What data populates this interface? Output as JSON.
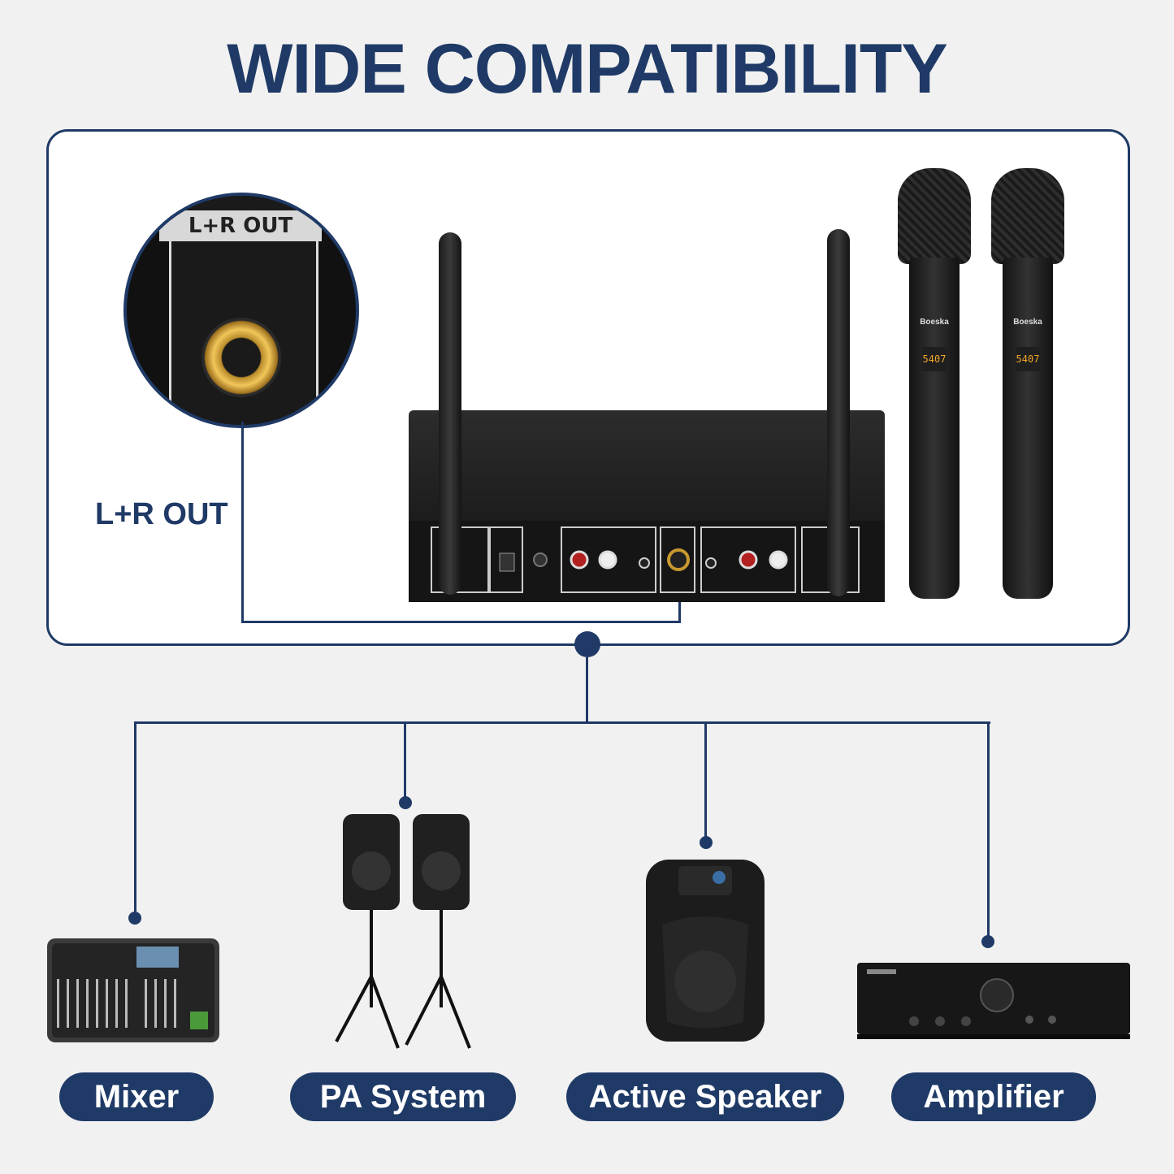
{
  "title": "WIDE COMPATIBILITY",
  "port_label": "L+R OUT",
  "zoom_port_label": "L+R OUT",
  "mic_brand": "Boeska",
  "mic_display": "5407",
  "devices": [
    {
      "label": "Mixer"
    },
    {
      "label": "PA System"
    },
    {
      "label": "Active Speaker"
    },
    {
      "label": "Amplifier"
    }
  ],
  "colors": {
    "accent": "#1f3a66",
    "background": "#f1f1f1",
    "jack_gold": "#f1c65a"
  }
}
